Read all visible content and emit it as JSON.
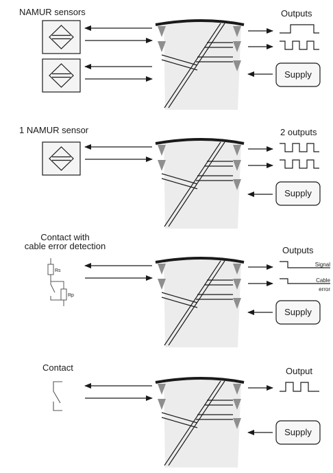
{
  "panels": [
    {
      "heading": [
        "NAMUR sensors"
      ],
      "outputs_label": "Outputs",
      "supply_label": "Supply"
    },
    {
      "heading": [
        "1 NAMUR sensor"
      ],
      "outputs_label": "2 outputs",
      "supply_label": "Supply"
    },
    {
      "heading": [
        "Contact with",
        "cable error detection"
      ],
      "outputs_label": "Outputs",
      "supply_label": "Supply",
      "resistor_labels": [
        "Rs",
        "Rp"
      ],
      "signal_labels": [
        "Signal",
        "Cable",
        "error"
      ]
    },
    {
      "heading": [
        "Contact"
      ],
      "outputs_label": "Output",
      "supply_label": "Supply"
    }
  ],
  "colors": {
    "line": "#1a1a1a",
    "module_fill": "#ececec",
    "terminal": "#8e8e8e",
    "box_fill": "#f4f4f4"
  },
  "icons": [
    "namur-sensor-icon",
    "module-icon",
    "arrow-icon",
    "pulse-waveform-icon",
    "contact-switch-icon",
    "resistor-icon"
  ]
}
